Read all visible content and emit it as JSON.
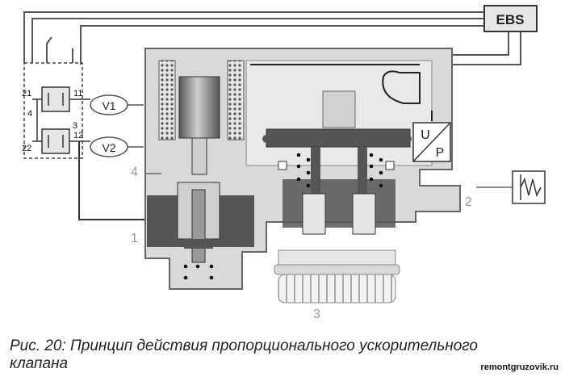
{
  "diagram": {
    "ebs_label": "EBS",
    "labels": {
      "v1": "V1",
      "v2": "V2",
      "port_21": "21",
      "port_22": "22",
      "port_11": "11",
      "port_12": "12",
      "port_4_small": "4",
      "port_3_small": "3",
      "num_1": "1",
      "num_2": "2",
      "num_3": "3",
      "num_4": "4",
      "u": "U",
      "p": "P"
    }
  },
  "caption": {
    "line1": "Рис. 20: Принцип действия пропорционального ускорительного",
    "line2": "клапана"
  },
  "watermark": "remontgruzovik.ru",
  "colors": {
    "housing": "#d9d9d9",
    "dark_fill": "#555555",
    "line": "#333333",
    "label_gray": "#999999"
  }
}
